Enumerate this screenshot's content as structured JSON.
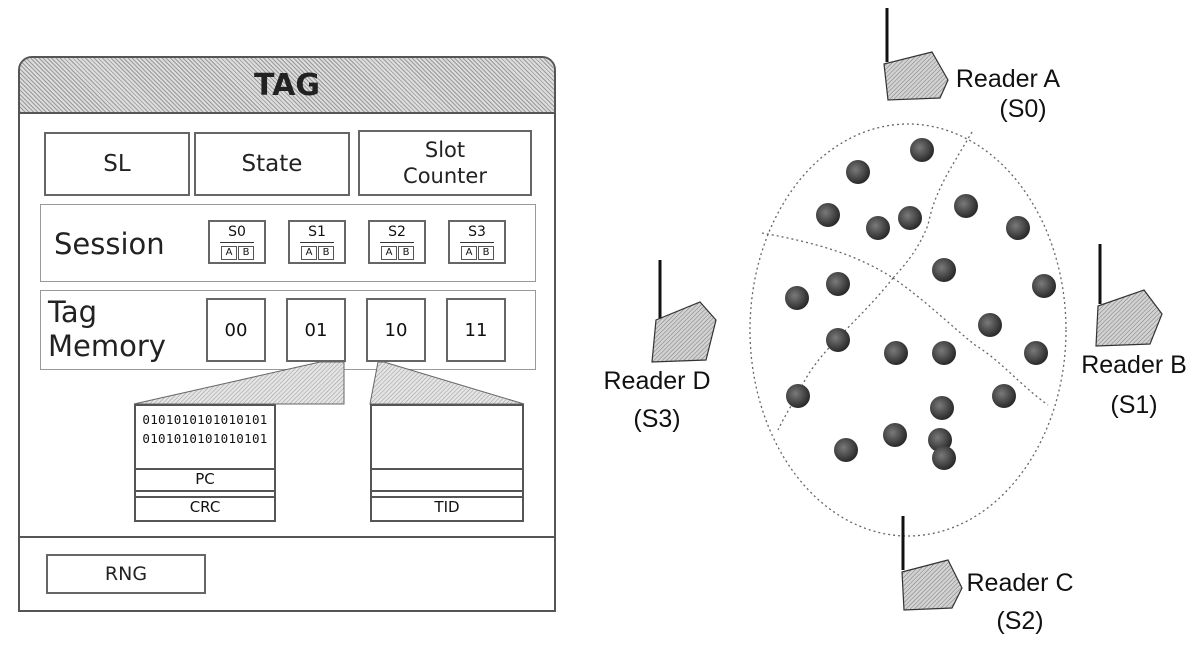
{
  "tag": {
    "title": "TAG",
    "sl": "SL",
    "state": "State",
    "slot_counter_line1": "Slot",
    "slot_counter_line2": "Counter",
    "session_label": "Session",
    "sessions": [
      {
        "name": "S0",
        "a": "A",
        "b": "B"
      },
      {
        "name": "S1",
        "a": "A",
        "b": "B"
      },
      {
        "name": "S2",
        "a": "A",
        "b": "B"
      },
      {
        "name": "S3",
        "a": "A",
        "b": "B"
      }
    ],
    "memory_label_line1": "Tag",
    "memory_label_line2": "Memory",
    "memory_banks": [
      "00",
      "01",
      "10",
      "11"
    ],
    "bits_line1": "0101010101010101",
    "bits_line2": "0101010101010101",
    "pc": "PC",
    "crc": "CRC",
    "tid": "TID",
    "rng": "RNG"
  },
  "readers": [
    {
      "name": "Reader A",
      "session": "(S0)"
    },
    {
      "name": "Reader B",
      "session": "(S1)"
    },
    {
      "name": "Reader C",
      "session": "(S2)"
    },
    {
      "name": "Reader D",
      "session": "(S3)"
    }
  ]
}
